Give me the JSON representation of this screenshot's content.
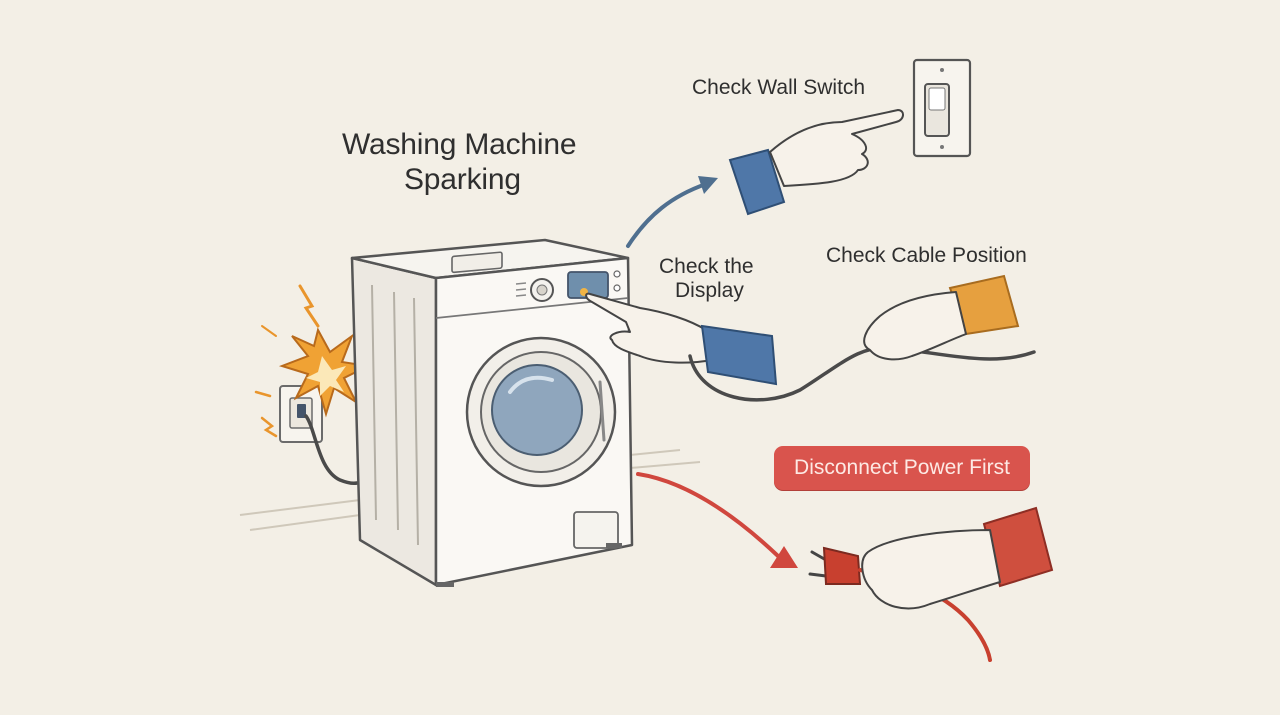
{
  "title": {
    "line1": "Washing Machine",
    "line2": "Sparking"
  },
  "labels": {
    "wall_switch": "Check Wall Switch",
    "display_line1": "Check the",
    "display_line2": "Display",
    "cable_position": "Check Cable Position",
    "warning": "Disconnect Power First"
  },
  "colors": {
    "background": "#f3efe6",
    "warning": "#d9544d",
    "blue_arrow": "#4f6f8f",
    "red_arrow": "#d0473e",
    "spark": "#f0a234"
  }
}
